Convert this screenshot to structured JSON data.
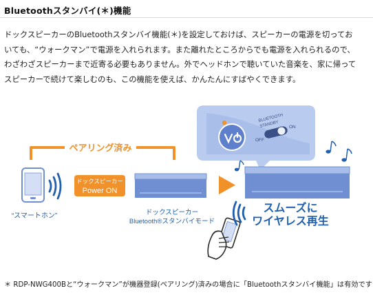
{
  "header": {
    "title": "Bluetoothスタンバイ(＊)機能"
  },
  "body": {
    "lines": [
      "ドックスピーカーのBluetoothスタンバイ機能(＊)を設定しておけば、スピーカーの電源を切ってお",
      "いても、“ウォークマン”で電源を入れられます。また離れたところからでも電源を入れられるので、",
      "わざわざスピーカーまで近寄る必要もありません。外でヘッドホンで聴いていた音楽を、家に帰って",
      "スピーカーで続けて楽しむのも、この機能を使えば、かんたんにすばやくできます。"
    ]
  },
  "diagram": {
    "pairing_label": "ペアリング済み",
    "power_box_line1": "ドックスピーカー",
    "power_box_line2": "Power ON",
    "smartphone_label": "“スマートホン”",
    "dock_label_line1": "ドックスピーカー",
    "dock_label_line2": "Bluetooth®スタンバイモード",
    "bubble_standby_line1": "BLUETOOTH",
    "bubble_standby_line2": "STANDBY",
    "bubble_off": "OFF",
    "bubble_on": "ON",
    "smooth_line1": "スムーズに",
    "smooth_line2": "ワイヤレス再生",
    "colors": {
      "orange": "#f0912a",
      "blue": "#6f8fd2",
      "blue_light": "#b9cbee",
      "blue_dark": "#1f5fae",
      "dark": "#2a2a2a"
    }
  },
  "footnote": "＊ RDP-NWG400Bと“ウォークマン”が機器登録(ペアリング)済みの場合に「Bluetoothスタンバイ機能」は有効です"
}
